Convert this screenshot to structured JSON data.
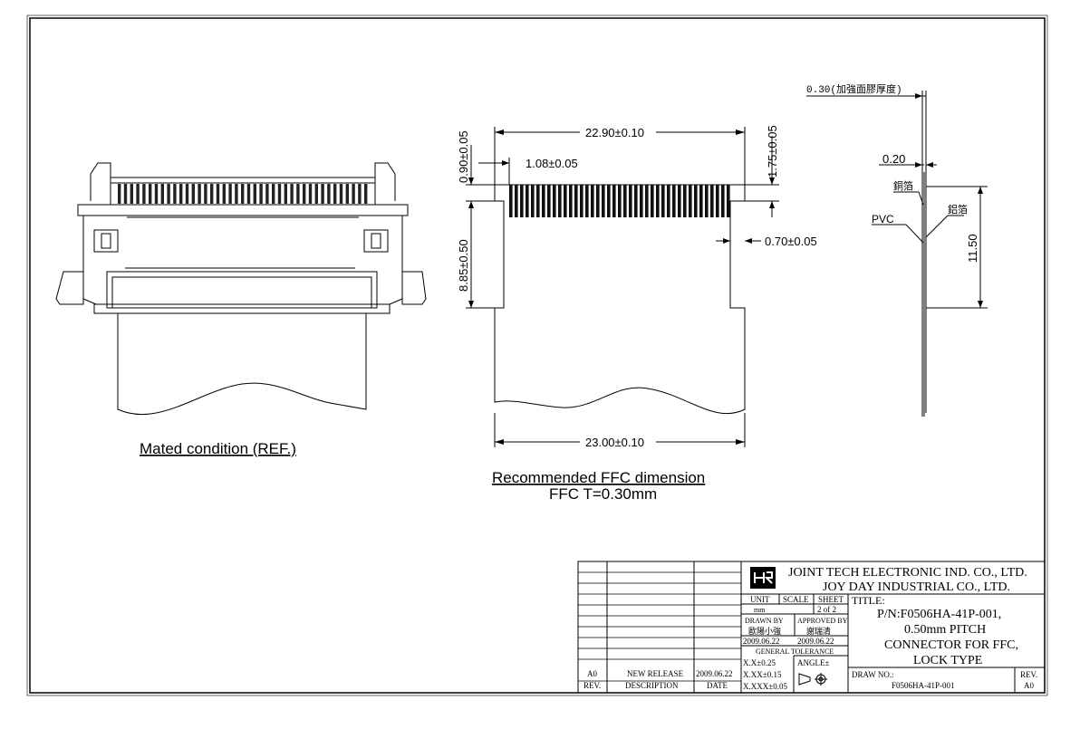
{
  "views": {
    "mated_caption": "Mated condition (REF.)",
    "rec_caption": "Recommended FFC dimension",
    "rec_sub": "FFC T=0.30mm"
  },
  "dims": {
    "w_top": "22.90±0.10",
    "w_bot": "23.00±0.10",
    "pitch": "1.08±0.05",
    "h1": "0.90±0.05",
    "h2": "8.85±0.50",
    "h3": "1.75±0.05",
    "gap": "0.70±0.05",
    "thick_note": "0.30(加強面膠厚度)",
    "t020": "0.20",
    "copper": "銅箔",
    "alu": "鋁箔",
    "pvc": "PVC",
    "len": "11.50"
  },
  "title_block": {
    "company1": "JOINT TECH ELECTRONIC IND. CO., LTD.",
    "company2": "JOY DAY INDUSTRIAL CO., LTD.",
    "unit_label": "UNIT",
    "unit_value": "mm",
    "scale_label": "SCALE",
    "sheet_label": "SHEET",
    "sheet_value": "2 of 2",
    "drawn_by_label": "DRAWN BY",
    "drawn_by_name": "歐陽小強",
    "drawn_date": "2009.06.22",
    "approved_by_label": "APPROVED BY",
    "approved_by_name": "謝瑞清",
    "approved_date": "2009.06.22",
    "tolerance_label": "GENERAL TOLERANCE",
    "tol1": "X.X±0.25",
    "tol2": "X.XX±0.15",
    "tol3": "X.XXX±0.05",
    "angle_label": "ANGLE±",
    "title_label": "TITLE:",
    "title_lines": [
      "P/N:F0506HA-41P-001,",
      "0.50mm PITCH",
      "CONNECTOR FOR FFC,",
      "LOCK TYPE"
    ],
    "draw_no_label": "DRAW NO.:",
    "draw_no": "F0506HA-41P-001",
    "rev_label": "REV.",
    "rev_value": "A0",
    "revision_rows": [
      {
        "rev": "A0",
        "description": "NEW RELEASE",
        "date": "2009.06.22"
      }
    ],
    "rev_col": "REV.",
    "desc_col": "DESCRIPTION",
    "date_col": "DATE"
  }
}
